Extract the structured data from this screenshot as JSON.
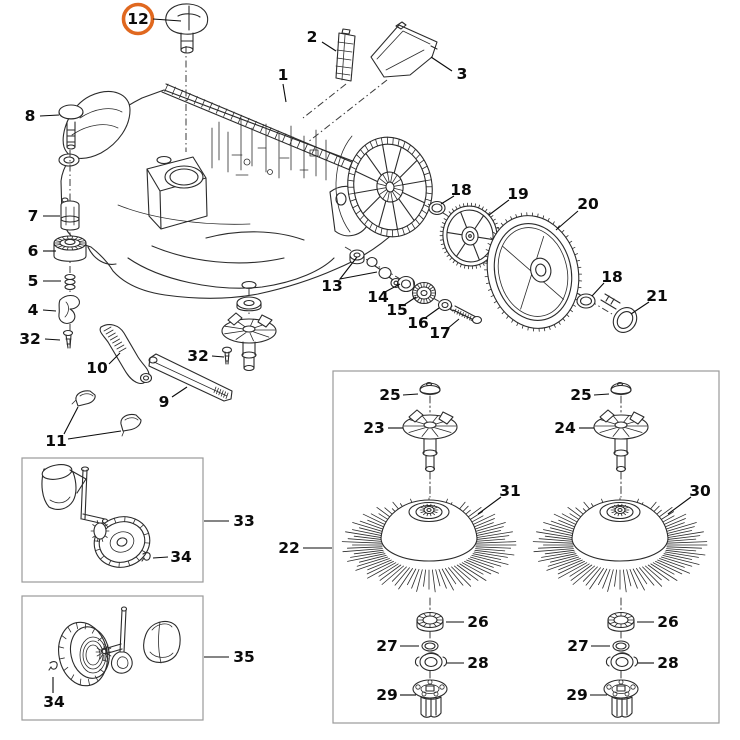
{
  "diagram": {
    "kind": "exploded-parts-diagram",
    "background": "#ffffff"
  },
  "colors": {
    "line": "#2b2b2b",
    "label": "#0b0b0b",
    "highlight_ring": "#e0681f",
    "box_border": "#9a9a9a"
  },
  "highlighted_callout": "12",
  "callouts": {
    "c1": "1",
    "c2": "2",
    "c3": "3",
    "c4": "4",
    "c5": "5",
    "c6": "6",
    "c7": "7",
    "c8": "8",
    "c9": "9",
    "c10": "10",
    "c11": "11",
    "c12": "12",
    "c13": "13",
    "c14": "14",
    "c15": "15",
    "c16": "16",
    "c17": "17",
    "c18a": "18",
    "c18b": "18",
    "c19": "19",
    "c20": "20",
    "c21": "21",
    "c22": "22",
    "c23": "23",
    "c24": "24",
    "c25a": "25",
    "c25b": "25",
    "c26a": "26",
    "c26b": "26",
    "c27a": "27",
    "c27b": "27",
    "c28a": "28",
    "c28b": "28",
    "c29a": "29",
    "c29b": "29",
    "c30": "30",
    "c31": "31",
    "c32a": "32",
    "c32b": "32",
    "c33": "33",
    "c34a": "34",
    "c34b": "34",
    "c35": "35"
  }
}
